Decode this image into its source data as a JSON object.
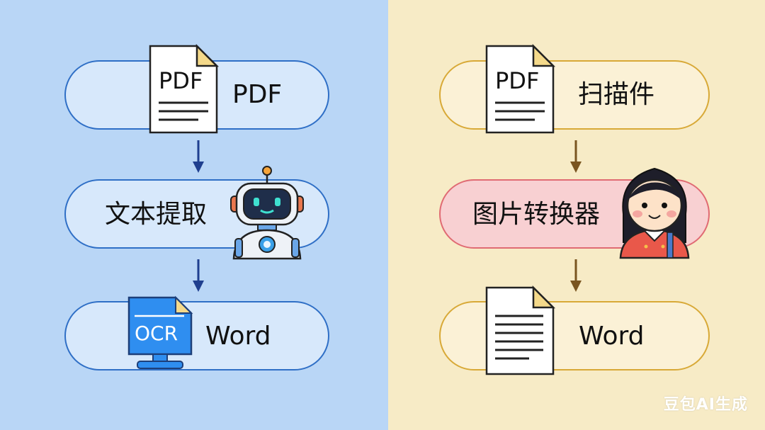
{
  "left_flow": {
    "step1": "PDF",
    "step1_icon_text": "PDF",
    "step2": "文本提取",
    "step3": "Word",
    "step3_icon_text": "OCR"
  },
  "right_flow": {
    "step1": "扫描件",
    "step1_icon_text": "PDF",
    "step2": "图片转换器",
    "step3": "Word"
  },
  "watermark": "豆包AI生成",
  "colors": {
    "left_bg": "#b9d6f6",
    "right_bg": "#f7ebc6",
    "left_arrow": "#1f3f8f",
    "right_arrow": "#7a5520",
    "pink_pill": "#e06b73"
  },
  "icons": [
    "pdf-document-icon",
    "robot-icon",
    "ocr-monitor-icon",
    "girl-avatar-icon",
    "word-document-icon",
    "arrow-down-icon"
  ]
}
